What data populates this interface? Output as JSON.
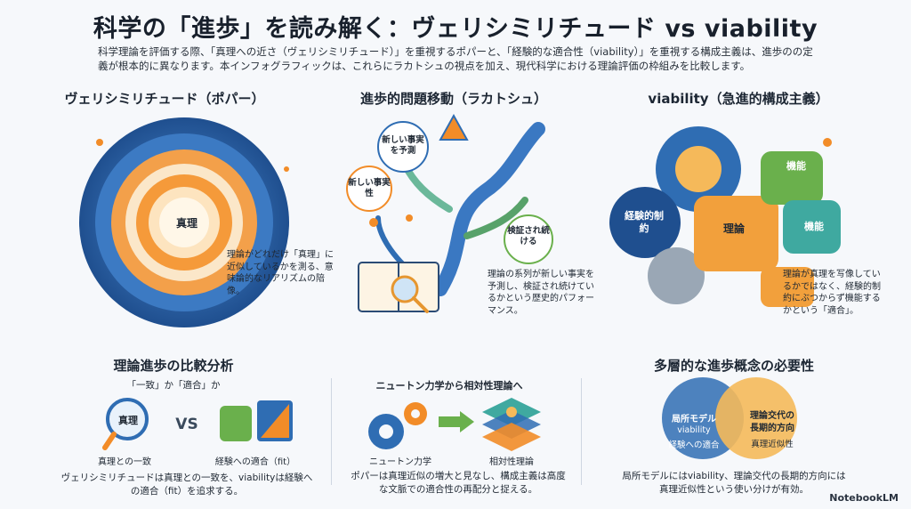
{
  "title": "科学の「進歩」を読み解く：ヴェリシミリチュード vs viability",
  "subtitle": "科学理論を評価する際、「真理への近さ（ヴェリシミリチュード）」を重視するポパーと、「経験的な適合性（viability）」を重視する構成主義は、進歩のの定義が根本的に異なります。本インフォグラフィックは、これらにラカトシュの視点を加え、現代科学における理論評価の枠組みを比較します。",
  "sections": {
    "popper": {
      "heading": "ヴェリシミリチュード（ポパー）",
      "center_label": "真理",
      "caption": "理論がどれだけ「真理」に近似しているかを測る、意味論的なリアリズムの陪像。"
    },
    "lakatos": {
      "heading": "進歩的問題移動（ラカトシュ）",
      "bubble_predict": "新しい事実を予測",
      "bubble_novel": "新しい事実性",
      "bubble_verified": "検証され続ける",
      "caption": "理論の系列が新しい事実を予測し、検証され続けているかという歴史的パフォーマンス。"
    },
    "viability": {
      "heading": "viability（急進的構成主義）",
      "gear_empirical": "経験的制約",
      "gear_theory": "理論",
      "gear_function1": "機能",
      "gear_function2": "機能",
      "caption": "理論が真理を写像しているかではなく、経験的制約にぶつからず機能するかという「適合」。"
    }
  },
  "bottom": {
    "compare": {
      "heading": "理論進歩の比較分析",
      "sub": "「一致」か「適合」か",
      "magnifier_label": "真理",
      "vs": "VS",
      "left_label": "真理との一致",
      "right_label": "経験への適合（fit）",
      "text": "ヴェリシミリチュードは真理との一致を、viabilityは経験への適合（fit）を追求する。"
    },
    "newton": {
      "heading": "ニュートン力学から相対性理論へ",
      "left_label": "ニュートン力学",
      "right_label": "相対性理論",
      "text": "ポパーは真理近似の増大と見なし、構成主義は高度な文脈での適合性の再配分と捉える。"
    },
    "multi": {
      "heading": "多層的な進歩概念の必要性",
      "left_title": "局所モデル",
      "left_sub1": "viability",
      "left_sub2": "経験への適合",
      "right_title1": "理論交代の",
      "right_title2": "長期的方向",
      "right_sub": "真理近似性",
      "text": "局所モデルにはviability、理論交代の長期的方向には真理近似性という使い分けが有効。"
    }
  },
  "brand": "NotebookLM",
  "colors": {
    "blue": "#2f6db3",
    "orange": "#f28c28",
    "green": "#6ab04c",
    "teal": "#3fa9a0"
  }
}
